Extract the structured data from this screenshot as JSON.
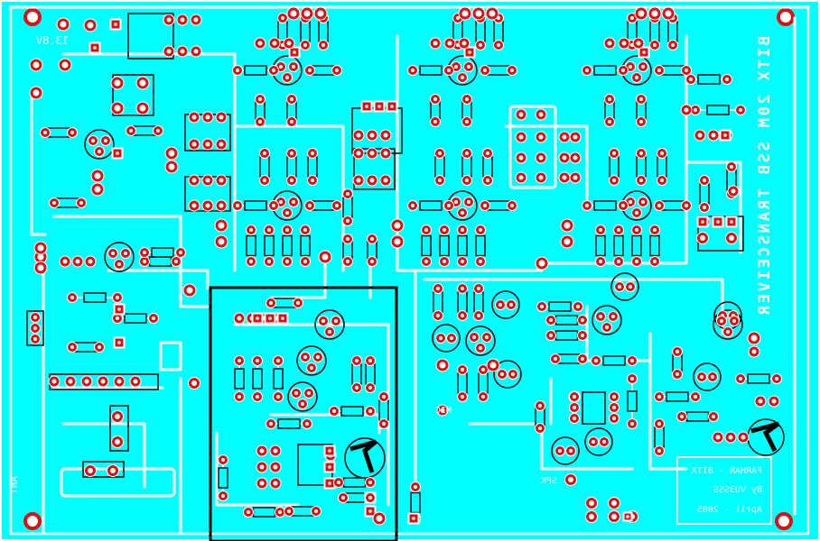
{
  "board": {
    "background": "#00ffff",
    "trace_color": "#ffffff",
    "pad_color": "#e01010",
    "outline_color": "#000000",
    "frame_color": "#000000"
  },
  "labels": {
    "title_vertical": "BITX 20M SSB TRANSCEIVER",
    "supply": "13.8V",
    "antenna": "ANT",
    "mic": "MIC",
    "speaker": "SPK",
    "credit_line1": "FARHAN - BITX",
    "credit_line2": "By VU3SSS",
    "credit_line3": "April - 2005"
  }
}
